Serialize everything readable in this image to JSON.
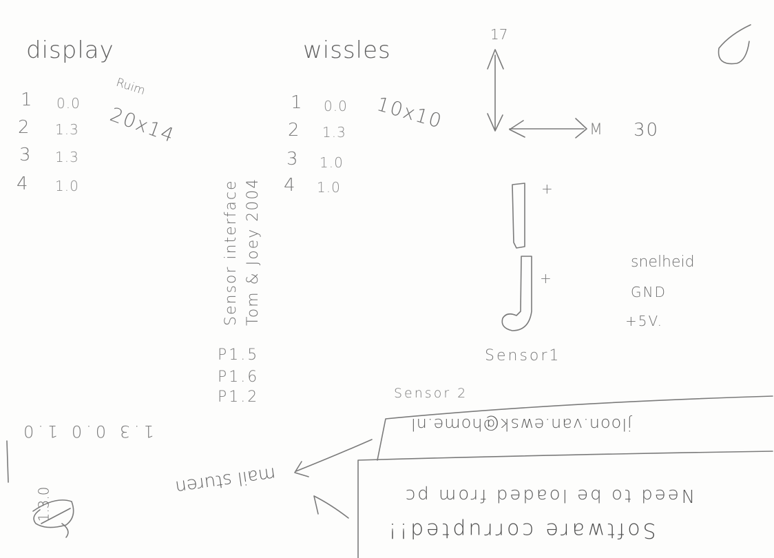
{
  "display": {
    "title": "display",
    "rows": [
      {
        "n": "1",
        "v": "0.0"
      },
      {
        "n": "2",
        "v": "1.3"
      },
      {
        "n": "3",
        "v": "1.3"
      },
      {
        "n": "4",
        "v": "1.0"
      }
    ],
    "ruim": "Ruim",
    "size": "20x14"
  },
  "wissels": {
    "title": "wissles",
    "rows": [
      {
        "n": "1",
        "v": "0.0"
      },
      {
        "n": "2",
        "v": "1.3"
      },
      {
        "n": "3",
        "v": "1.0"
      },
      {
        "n": "4",
        "v": "1.0"
      }
    ],
    "size": "10x10"
  },
  "credit": {
    "line1": "Sensor interface",
    "line2": "Tom & Joey 2004"
  },
  "pins": [
    "P1.5",
    "P1.6",
    "P1.2"
  ],
  "axes": {
    "vertical": "17",
    "horizontal": "30",
    "h_prefix": "M"
  },
  "sensor": {
    "plus1": "+",
    "plus2": "+",
    "label1": "Sensor1",
    "label2": "Sensor 2"
  },
  "pinout": [
    "snelheid",
    "GND",
    "+5V."
  ],
  "email": "jloon.van.ewsk@home.nl",
  "mail": "mail sturen",
  "note": {
    "line1": "Need to be loaded from pc",
    "line2": "Software corrupted!!"
  },
  "margin_digits": "1.3 0.0 1.0",
  "scribble": "1.3.0"
}
